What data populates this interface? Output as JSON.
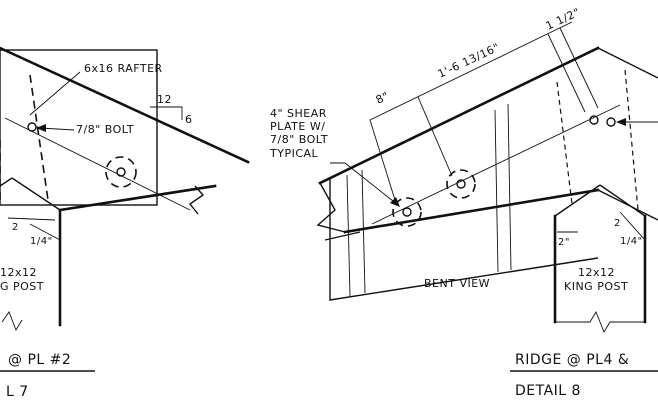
{
  "left_detail": {
    "rafter_label": "6x16 RAFTER",
    "slope_rise": "12",
    "slope_run": "6",
    "bolt_label": "7/8\" BOLT",
    "dim_2": "2",
    "dim_quarter": "1/4\"",
    "post_size": "12x12",
    "post_name": "G POST",
    "ridge_title": "@ PL #2",
    "detail_title": "L 7"
  },
  "right_detail": {
    "shear_plate_line1": "4\" SHEAR",
    "shear_plate_line2": "PLATE W/",
    "shear_plate_line3": "7/8\" BOLT",
    "shear_plate_line4": "TYPICAL",
    "dim_8": "8\"",
    "dim_long": "1'-6 13/16\"",
    "dim_one_half": "1 1/2\"",
    "bent_view": "BENT VIEW",
    "dim_2in": "2\"",
    "dim_2": "2",
    "dim_quarter": "1/4\"",
    "post_size": "12x12",
    "post_name": "KING POST",
    "ridge_title": "RIDGE @ PL4 &",
    "detail_title": "DETAIL 8"
  }
}
